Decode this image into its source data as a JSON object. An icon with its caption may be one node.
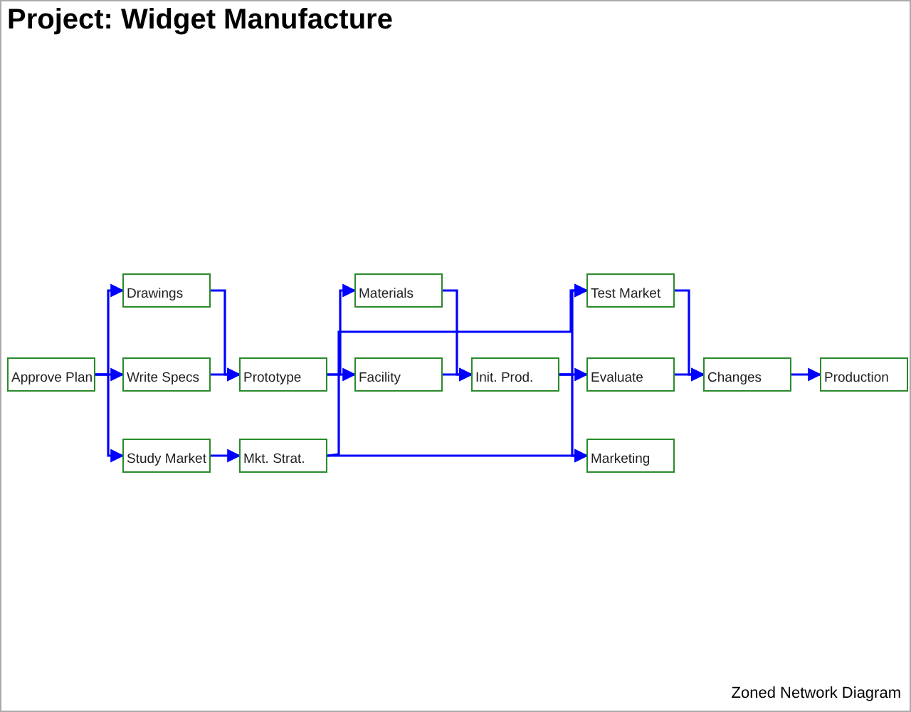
{
  "diagram": {
    "title": "Project: Widget Manufacture",
    "nodes": [
      {
        "text": [
          "Approve Plan"
        ]
      },
      {
        "text": [
          "Drawings"
        ]
      },
      {
        "text": [
          "Write Specs"
        ]
      },
      {
        "text": [
          "Study Market"
        ]
      },
      {
        "text": [
          "Prototype"
        ]
      },
      {
        "text": [
          "Mkt. Strat."
        ]
      },
      {
        "text": [
          "Materials"
        ]
      },
      {
        "text": [
          "Facility"
        ]
      },
      {
        "text": [
          "Init. Prod."
        ]
      },
      {
        "text": [
          "Test Market"
        ]
      },
      {
        "text": [
          "Evaluate"
        ]
      },
      {
        "text": [
          "Marketing"
        ]
      },
      {
        "text": [
          "Changes"
        ]
      },
      {
        "text": [
          "Production"
        ]
      }
    ],
    "edges": [
      {
        "from": 0,
        "to": 1,
        "arrow": "to"
      },
      {
        "from": 0,
        "to": 2,
        "arrow": "to"
      },
      {
        "from": 0,
        "to": 3,
        "arrow": "to"
      },
      {
        "from": 1,
        "to": 4,
        "arrow": "to"
      },
      {
        "from": 2,
        "to": 4,
        "arrow": "to"
      },
      {
        "from": 3,
        "to": 5,
        "arrow": "to"
      },
      {
        "from": 4,
        "to": 6,
        "arrow": "to"
      },
      {
        "from": 4,
        "to": 7,
        "arrow": "to"
      },
      {
        "from": 5,
        "to": 9,
        "arrow": "to"
      },
      {
        "from": 5,
        "to": 11,
        "arrow": "to"
      },
      {
        "from": 6,
        "to": 8,
        "arrow": "to"
      },
      {
        "from": 7,
        "to": 8,
        "arrow": "to"
      },
      {
        "from": 8,
        "to": 9,
        "arrow": "to"
      },
      {
        "from": 8,
        "to": 10,
        "arrow": "to"
      },
      {
        "from": 8,
        "to": 11,
        "arrow": "to"
      },
      {
        "from": 9,
        "to": 12,
        "arrow": "to"
      },
      {
        "from": 10,
        "to": 12,
        "arrow": "to"
      },
      {
        "from": 12,
        "to": 13,
        "arrow": "to"
      }
    ],
    "labels": [
      "Zoned Network Diagram"
    ]
  }
}
